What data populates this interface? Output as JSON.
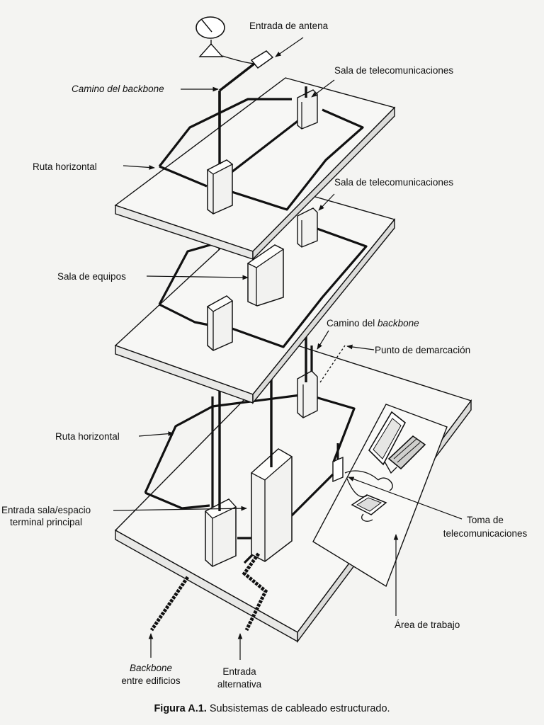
{
  "labels": {
    "antenna_entrance": "Entrada de antena",
    "telecom_room_1": "Sala de telecomunicaciones",
    "backbone_path_1_prefix": "Camino del ",
    "backbone_path_1_italic": "backbone",
    "horizontal_route_1": "Ruta horizontal",
    "telecom_room_2": "Sala de telecomunicaciones",
    "equipment_room": "Sala de equipos",
    "backbone_path_2_prefix": "Camino del ",
    "backbone_path_2_italic": "backbone",
    "demarcation_point": "Punto de demarcación",
    "horizontal_route_2": "Ruta horizontal",
    "entrance_room_line1": "Entrada sala/espacio",
    "entrance_room_line2": "terminal principal",
    "telecom_outlet_line1": "Toma de",
    "telecom_outlet_line2": "telecomunicaciones",
    "work_area": "Área de trabajo",
    "inter_building_backbone_line1": "Backbone",
    "inter_building_backbone_line2": "entre edificios",
    "alternate_entrance_line1": "Entrada",
    "alternate_entrance_line2": "alternativa"
  },
  "caption": {
    "figure_number": "Figura A.1.",
    "text": " Subsistemas de cableado estructurado."
  }
}
